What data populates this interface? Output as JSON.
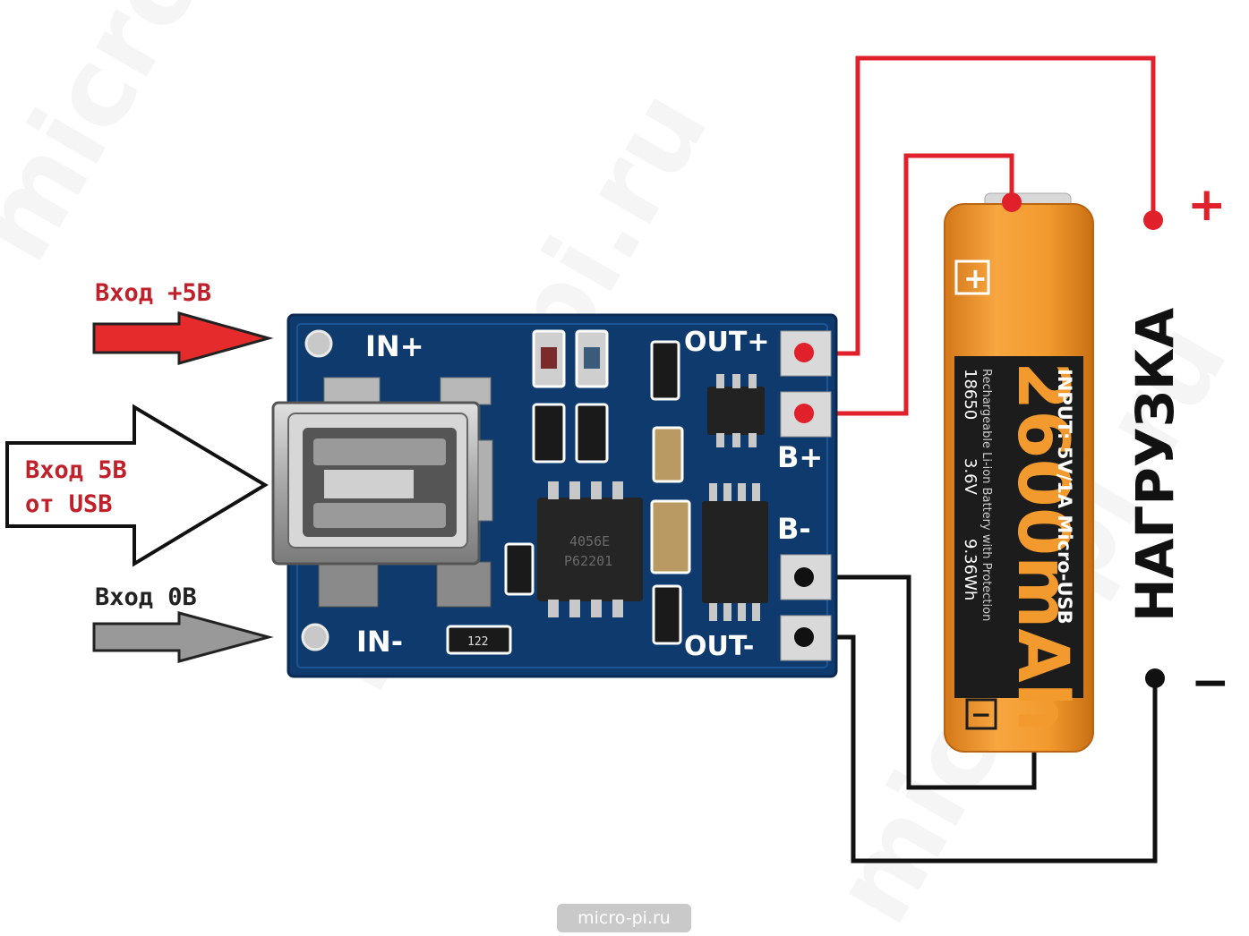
{
  "labels": {
    "input_plus": "Вход +5В",
    "usb_line1": "Вход 5В",
    "usb_line2": "от USB",
    "input_zero": "Вход 0В"
  },
  "board": {
    "in_plus": "IN+",
    "in_minus": "IN-",
    "out_plus": "OUT+",
    "out_minus": "OUT-",
    "b_plus": "B+",
    "b_minus": "B-",
    "chip1_line1": "4056E",
    "chip1_line2": "P62201",
    "resistor": "122"
  },
  "battery": {
    "capacity": "2600mAh",
    "input": "INPUT: 5V/1A Micro-USB",
    "model": "18650",
    "voltage": "3.6V",
    "energy": "9.36Wh",
    "desc": "Rechargeable Li-ion Battery with Protection",
    "plus_symbol": "+",
    "minus_symbol": "−"
  },
  "load": {
    "label": "НАГРУЗКА",
    "plus": "+",
    "minus": "−"
  },
  "watermark": "micro-pi.ru",
  "footer": "micro-pi.ru",
  "colors": {
    "pcb": "#0e3a6e",
    "wire_positive": "#e0202a",
    "wire_negative": "#111111",
    "battery": "#f29a2e",
    "arrow_plus": "#e52b2b",
    "arrow_zero": "#999999"
  }
}
